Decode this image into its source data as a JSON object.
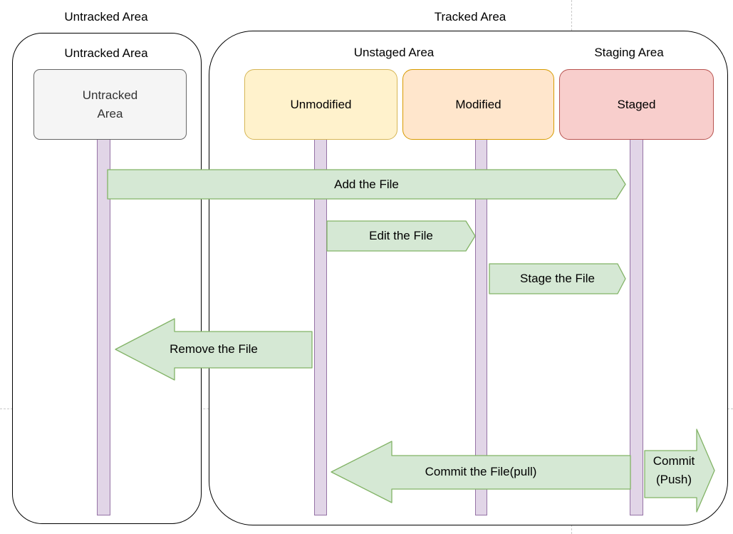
{
  "diagram": {
    "outer_labels": {
      "untracked": "Untracked Area",
      "tracked": "Tracked Area"
    },
    "area_labels": {
      "untracked": "Untracked Area",
      "unstaged": "Unstaged Area",
      "staging": "Staging Area"
    },
    "boxes": {
      "untracked": "Untracked\nArea",
      "unmodified": "Unmodified",
      "modified": "Modified",
      "staged": "Staged"
    },
    "arrows": {
      "add": "Add the File",
      "edit": "Edit the File",
      "stage": "Stage the File",
      "remove": "Remove the File",
      "commit_pull": "Commit the File(pull)",
      "commit_push": "Commit\n(Push)"
    },
    "colors": {
      "container_stroke": "#000000",
      "box_untracked_fill": "#f5f5f5",
      "box_untracked_stroke": "#666666",
      "box_unmodified_fill": "#fff2cc",
      "box_unmodified_stroke": "#d6b656",
      "box_modified_fill": "#ffe6cc",
      "box_modified_stroke": "#d79b00",
      "box_staged_fill": "#f8cecc",
      "box_staged_stroke": "#b85450",
      "lifeline_fill": "#e1d5e7",
      "lifeline_stroke": "#9673a6",
      "arrow_fill": "#d5e8d4",
      "arrow_stroke": "#82b366",
      "page_guide": "#c9c9c9"
    }
  }
}
